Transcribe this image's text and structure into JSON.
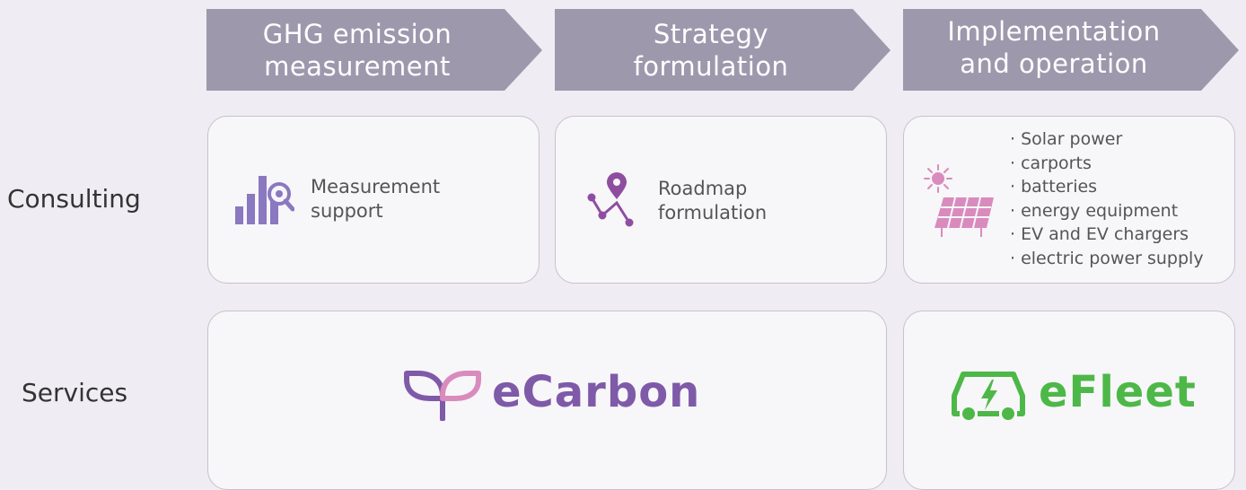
{
  "stages": [
    {
      "line1": "GHG emission",
      "line2": "measurement"
    },
    {
      "line1": "Strategy",
      "line2": "formulation"
    },
    {
      "line1": "Implementation",
      "line2": "and operation"
    }
  ],
  "rows": {
    "consulting": "Consulting",
    "services": "Services"
  },
  "consulting_cards": {
    "measurement": {
      "line1": "Measurement",
      "line2": "support",
      "icon": "chart-magnifier-icon"
    },
    "roadmap": {
      "line1": "Roadmap",
      "line2": "formulation",
      "icon": "route-pin-icon"
    },
    "implementation": {
      "icon": "solar-panel-icon",
      "items": [
        "Solar power",
        "carports",
        "batteries",
        "energy equipment",
        "EV and EV chargers",
        "electric power supply"
      ]
    }
  },
  "services": {
    "ecarbon": {
      "logo_text": "eCarbon",
      "icon": "sprout-icon"
    },
    "efleet": {
      "logo_text": "eFleet",
      "icon": "ev-car-icon"
    }
  },
  "colors": {
    "arrow": "#9e98ad",
    "purple": "#7e5aa8",
    "icon_purple": "#8a78c0",
    "pink": "#d98bbd",
    "green": "#4db848"
  }
}
